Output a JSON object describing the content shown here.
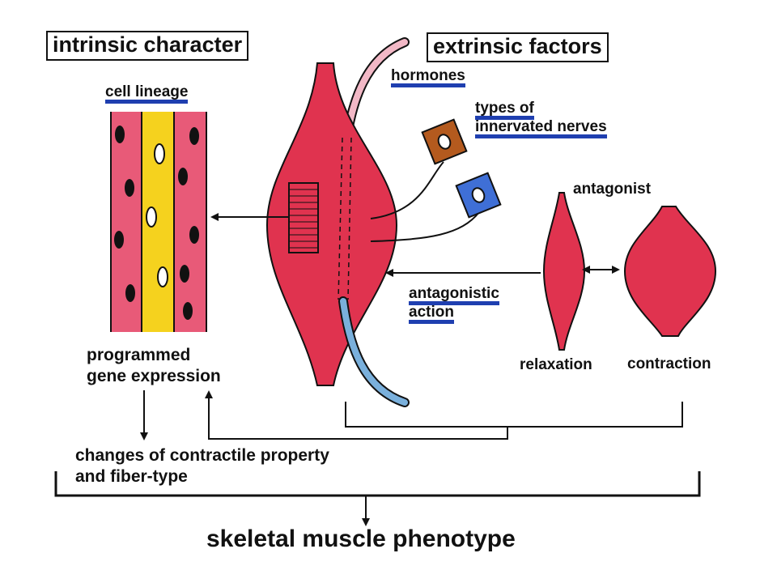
{
  "labels": {
    "intrinsic": "intrinsic character",
    "extrinsic": "extrinsic factors",
    "cell_lineage": "cell lineage",
    "hormones": "hormones",
    "nerves_line1": "types of",
    "nerves_line2": "innervated nerves",
    "antagonist": "antagonist",
    "antagonistic_line1": "antagonistic",
    "antagonistic_line2": "action",
    "relaxation": "relaxation",
    "contraction": "contraction",
    "programmed_line1": "programmed",
    "programmed_line2": "gene expression",
    "changes_line1": "changes of contractile property",
    "changes_line2": "and fiber-type",
    "phenotype": "skeletal muscle phenotype"
  },
  "colors": {
    "muscle": "#e0334f",
    "cell_pink": "#e85a78",
    "cell_yellow": "#f5d21e",
    "hormone_tube": "#f2b8c6",
    "blue_tube": "#7ab0dc",
    "nerve_brown": "#b45a1e",
    "nerve_blue": "#3f6fd6",
    "underline": "#1f3fb0"
  }
}
